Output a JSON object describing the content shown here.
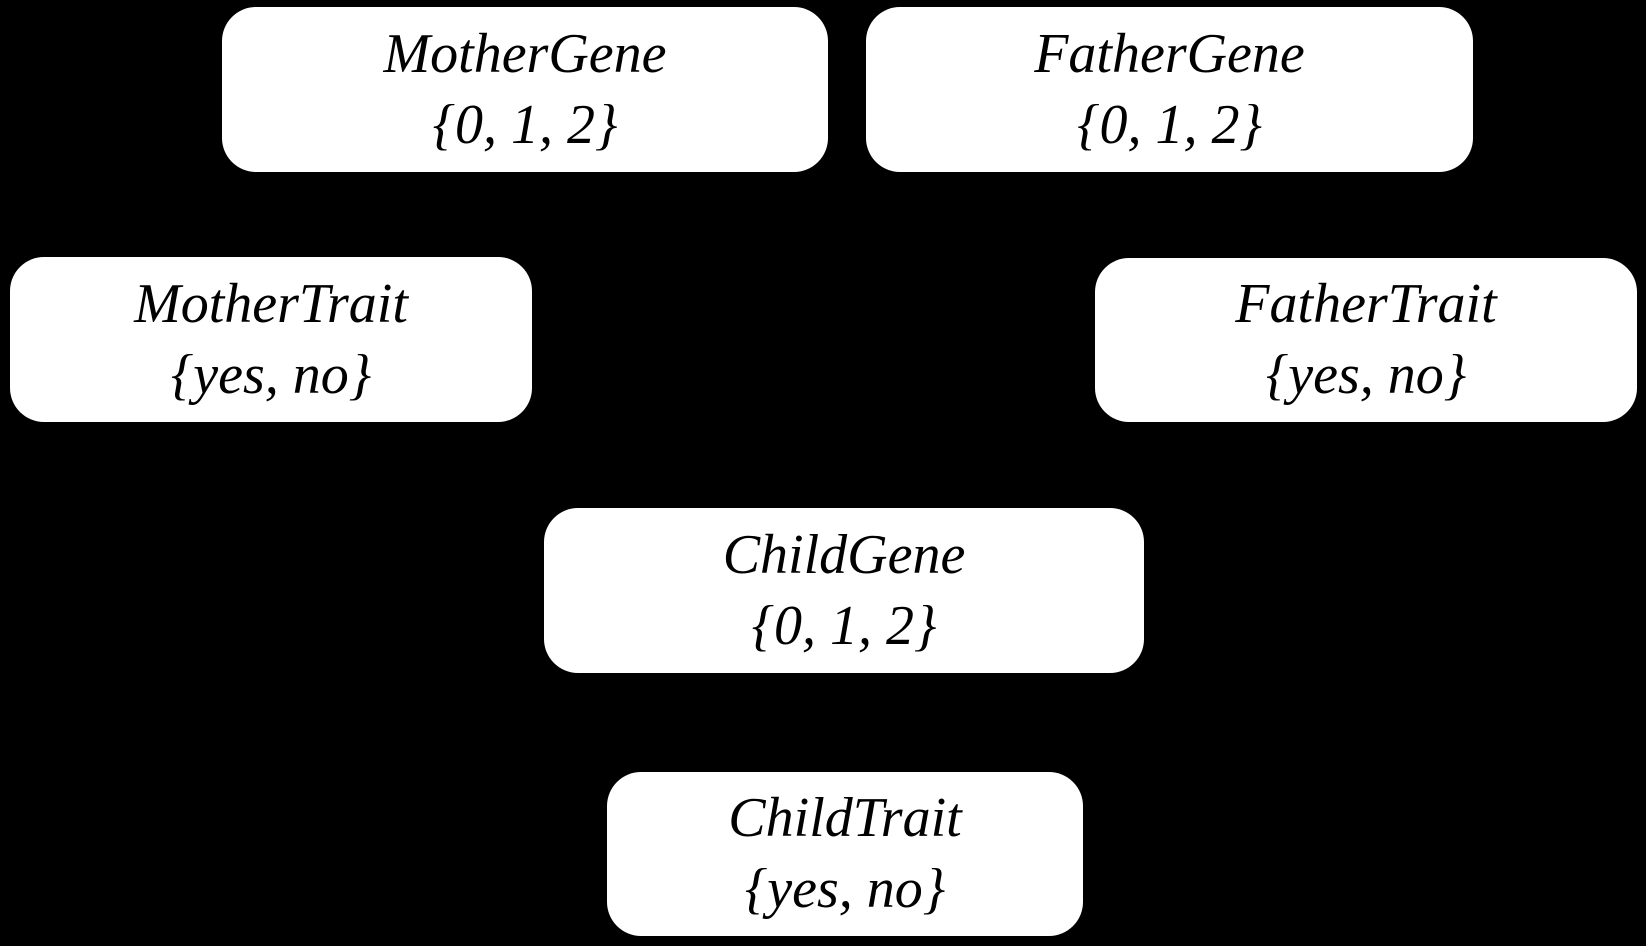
{
  "diagram": {
    "kind": "bayesian-network",
    "background_color": "#000000",
    "node_fill_color": "#ffffff",
    "node_text_color": "#000000",
    "nodes": [
      {
        "id": "mother-gene",
        "label": "MotherGene",
        "domain": "{0, 1, 2}"
      },
      {
        "id": "father-gene",
        "label": "FatherGene",
        "domain": "{0, 1, 2}"
      },
      {
        "id": "mother-trait",
        "label": "MotherTrait",
        "domain": "{yes, no}"
      },
      {
        "id": "father-trait",
        "label": "FatherTrait",
        "domain": "{yes, no}"
      },
      {
        "id": "child-gene",
        "label": "ChildGene",
        "domain": "{0, 1, 2}"
      },
      {
        "id": "child-trait",
        "label": "ChildTrait",
        "domain": "{yes, no}"
      }
    ]
  }
}
